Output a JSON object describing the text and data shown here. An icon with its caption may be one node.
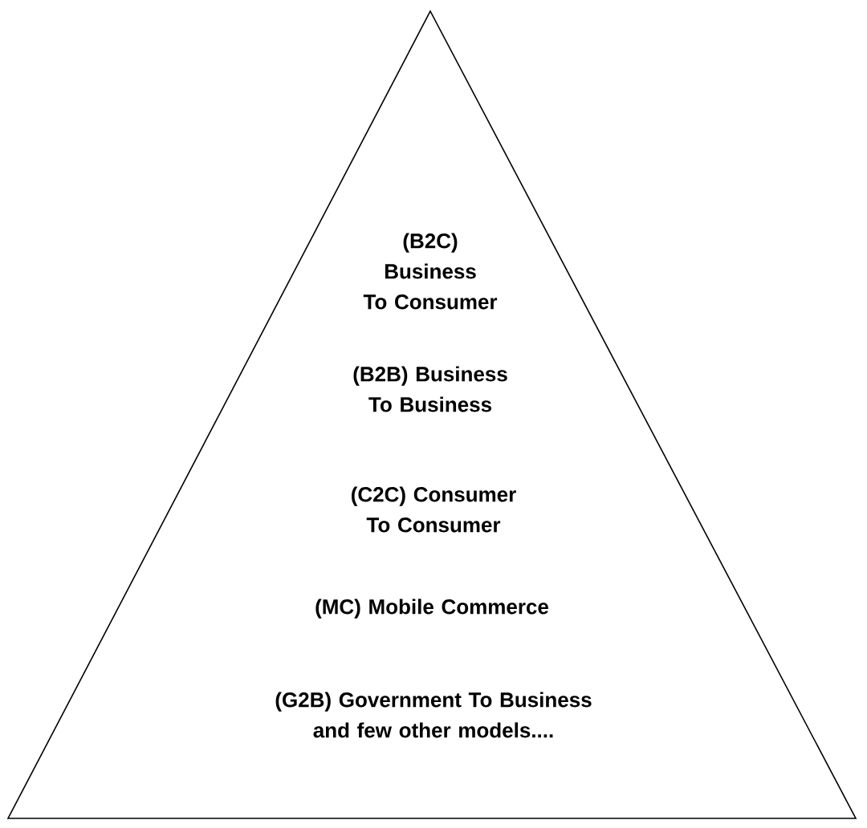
{
  "diagram": {
    "nodes": [
      {
        "text": [
          "(B2C) Business To Consumer",
          "(B2B) Business To Business",
          "(C2C) Consumer To Consumer",
          "(MC) Mobile Commerce",
          "(G2B) Government To Business and few other models...."
        ]
      }
    ]
  }
}
